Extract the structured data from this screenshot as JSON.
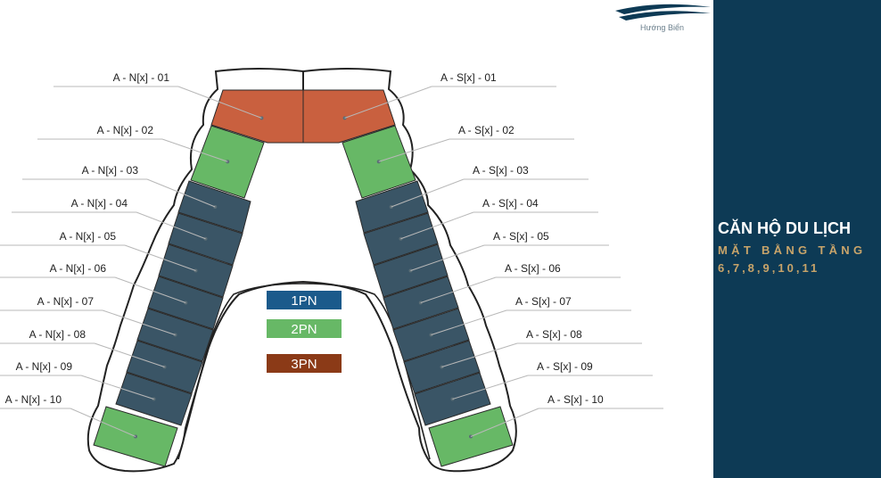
{
  "brand": {
    "name": "Hướng Biển",
    "logo_color": "#0d3a55"
  },
  "panel": {
    "title": "CĂN HỘ DU LỊCH",
    "subtitle": "MẶT BẰNG TẦNG",
    "floors": "6,7,8,9,10,11",
    "background": "#0d3a55",
    "title_color": "#ffffff",
    "accent_color": "#c8a46a"
  },
  "legend": [
    {
      "label": "1PN",
      "color": "#1b5a8b"
    },
    {
      "label": "2PN",
      "color": "#67b866"
    },
    {
      "label": "3PN",
      "color": "#8b3a17"
    }
  ],
  "unit_colors": {
    "1PN": "#3a5566",
    "2PN": "#67b866",
    "3PN": "#c9603f"
  },
  "units_left": [
    {
      "label": "A - N[x] - 01",
      "type": "3PN"
    },
    {
      "label": "A - N[x] - 02",
      "type": "2PN"
    },
    {
      "label": "A - N[x] - 03",
      "type": "1PN"
    },
    {
      "label": "A - N[x] - 04",
      "type": "1PN"
    },
    {
      "label": "A - N[x] - 05",
      "type": "1PN"
    },
    {
      "label": "A - N[x] - 06",
      "type": "1PN"
    },
    {
      "label": "A - N[x] - 07",
      "type": "1PN"
    },
    {
      "label": "A - N[x] - 08",
      "type": "1PN"
    },
    {
      "label": "A - N[x] - 09",
      "type": "1PN"
    },
    {
      "label": "A - N[x] - 10",
      "type": "2PN"
    }
  ],
  "units_right": [
    {
      "label": "A - S[x] - 01",
      "type": "3PN"
    },
    {
      "label": "A - S[x] - 02",
      "type": "2PN"
    },
    {
      "label": "A - S[x] - 03",
      "type": "1PN"
    },
    {
      "label": "A - S[x] - 04",
      "type": "1PN"
    },
    {
      "label": "A - S[x] - 05",
      "type": "1PN"
    },
    {
      "label": "A - S[x] - 06",
      "type": "1PN"
    },
    {
      "label": "A - S[x] - 07",
      "type": "1PN"
    },
    {
      "label": "A - S[x] - 08",
      "type": "1PN"
    },
    {
      "label": "A - S[x] - 09",
      "type": "1PN"
    },
    {
      "label": "A - S[x] - 10",
      "type": "2PN"
    }
  ]
}
